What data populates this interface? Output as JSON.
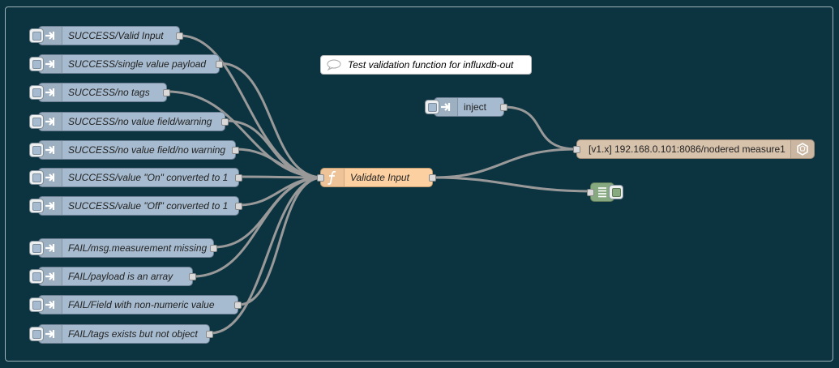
{
  "comment": {
    "text": "Test validation function for influxdb-out"
  },
  "inject_nodes": [
    {
      "label": "SUCCESS/Valid Input"
    },
    {
      "label": "SUCCESS/single value payload"
    },
    {
      "label": "SUCCESS/no tags"
    },
    {
      "label": "SUCCESS/no value field/warning"
    },
    {
      "label": "SUCCESS/no value field/no warning"
    },
    {
      "label": "SUCCESS/value \"On\" converted to 1"
    },
    {
      "label": "SUCCESS/value \"Off\" converted to 1"
    },
    {
      "label": "FAIL/msg.measurement missing"
    },
    {
      "label": "FAIL/payload is an array"
    },
    {
      "label": "FAIL/Field with non-numeric value"
    },
    {
      "label": "FAIL/tags exists but not object"
    }
  ],
  "inject_main": {
    "label": "inject"
  },
  "function_node": {
    "label": "Validate Input"
  },
  "influx_node": {
    "label": "[v1.x] 192.168.0.101:8086/nodered measure1"
  },
  "colors": {
    "canvas": "#0b3340",
    "wire": "#999999",
    "inject": "#a6bbcf",
    "function": "#fdd0a2",
    "influxdb": "#d7c2ac",
    "debug": "#87a980"
  },
  "icons": {
    "inject": "arrow-in-icon",
    "function": "function-icon",
    "influxdb": "database-icon",
    "debug": "debug-list-icon",
    "comment": "comment-icon"
  }
}
